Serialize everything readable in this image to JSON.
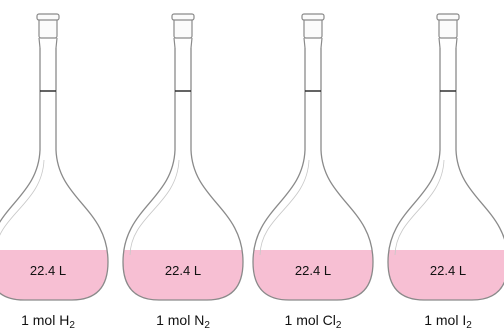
{
  "colors": {
    "liquid": "#f7bfd3",
    "glass_stroke": "#8a8a8a",
    "neck_fill": "#fbfbfb",
    "mark": "#222222"
  },
  "flasks": [
    {
      "volume_label": "22.4 L",
      "amount": "1 mol",
      "species": "H",
      "subscript": "2"
    },
    {
      "volume_label": "22.4 L",
      "amount": "1 mol",
      "species": "N",
      "subscript": "2"
    },
    {
      "volume_label": "22.4 L",
      "amount": "1 mol",
      "species": "Cl",
      "subscript": "2"
    },
    {
      "volume_label": "22.4 L",
      "amount": "1 mol",
      "species": "I",
      "subscript": "2"
    }
  ]
}
